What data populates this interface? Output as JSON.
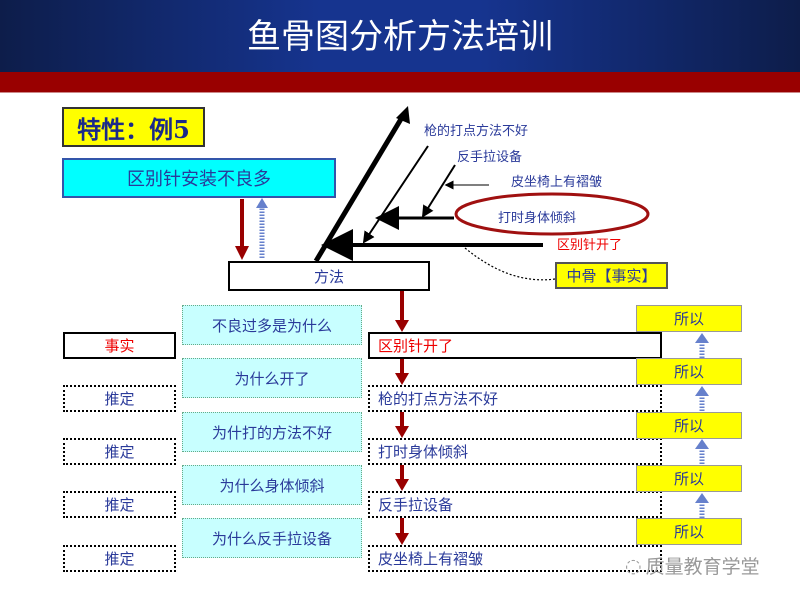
{
  "title": "鱼骨图分析方法培训",
  "characteristic": "特性：例5",
  "problem": "区别针安装不良多",
  "category": "方法",
  "bones": {
    "b1": "枪的打点方法不好",
    "b2": "反手拉设备",
    "b3": "皮坐椅上有褶皱",
    "b4": "打时身体倾斜",
    "b5": "区别针开了"
  },
  "middle_bone": "中骨【事实】",
  "rows": [
    {
      "tag": "事实",
      "why": "不良过多是为什么",
      "answer": "区别针开了",
      "so": "所以"
    },
    {
      "tag": "推定",
      "why": "为什么开了",
      "answer": "枪的打点方法不好",
      "so": "所以"
    },
    {
      "tag": "推定",
      "why": "为什打的方法不好",
      "answer": "打时身体倾斜",
      "so": "所以"
    },
    {
      "tag": "推定",
      "why": "为什么身体倾斜",
      "answer": "反手拉设备",
      "so": "所以"
    },
    {
      "tag": "推定",
      "why": "为什么反手拉设备",
      "answer": "皮坐椅上有褶皱",
      "so": "所以"
    }
  ],
  "watermark": "质量教育学堂",
  "colors": {
    "header": "#16348f",
    "band": "#990000",
    "arrow": "#990000",
    "yellow": "#ffff00",
    "cyan": "#00ffff"
  }
}
